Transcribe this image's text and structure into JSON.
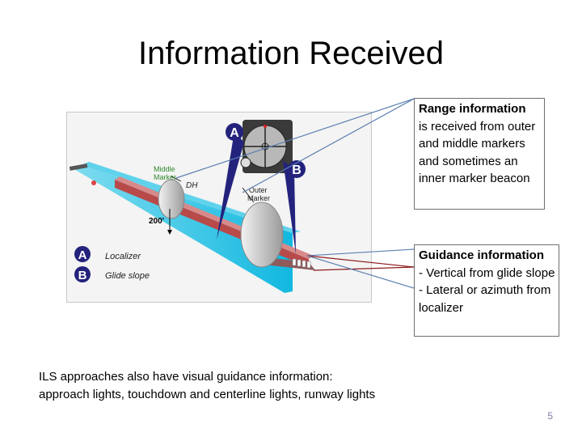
{
  "slide": {
    "title": "Information Received",
    "number": "5"
  },
  "diagram": {
    "labels": {
      "middle_marker_1": "Middle",
      "middle_marker_2": "Marker",
      "dh": "DH",
      "outer_marker_1": "Outer",
      "outer_marker_2": "Marker",
      "altitude": "200'",
      "badge_a": "A",
      "badge_b": "B",
      "legend_a_letter": "A",
      "legend_a_text": "Localizer",
      "legend_b_letter": "B",
      "legend_b_text": "Glide slope"
    },
    "colors": {
      "beam": "#19c3e6",
      "glide": "#b84a4a",
      "badge": "#23237d",
      "marker_text": "#2e8b2e"
    }
  },
  "callouts": {
    "range": {
      "heading": "Range information",
      "body": "is received from outer and middle markers and sometimes an inner marker beacon"
    },
    "guidance": {
      "heading": "Guidance information",
      "line1": "- Vertical from glide slope",
      "line2": "- Lateral or azimuth from localizer"
    }
  },
  "footnote": {
    "line1": "ILS approaches also have visual guidance information:",
    "line2": "approach lights, touchdown and centerline lights, runway lights"
  }
}
